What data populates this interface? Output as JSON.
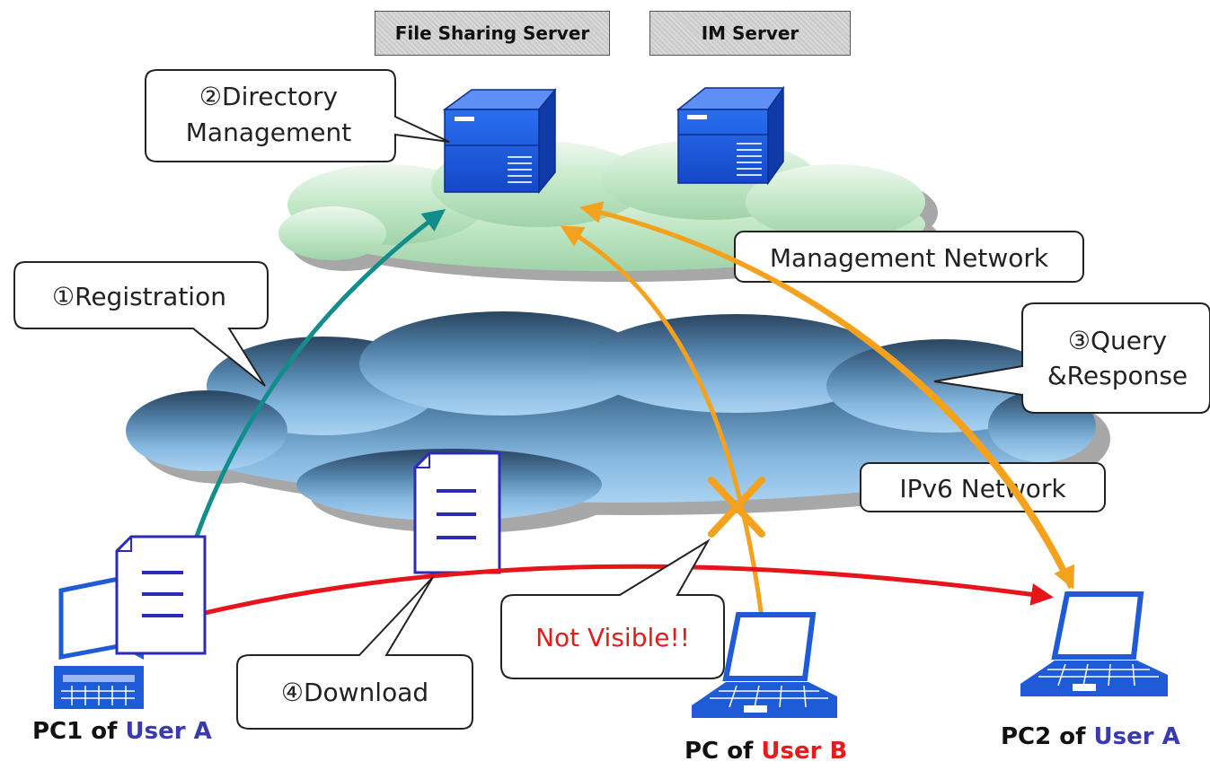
{
  "servers": {
    "file_sharing": "File Sharing Server",
    "im": "IM Server"
  },
  "callouts": {
    "directory_line1": "②Directory",
    "directory_line2": "Management",
    "registration": "①Registration",
    "management_network": "Management Network",
    "query_line1": "③Query",
    "query_line2": "&Response",
    "ipv6_network": "IPv6 Network",
    "not_visible": "Not Visible!!",
    "download": "④Download"
  },
  "pcs": {
    "pc1": {
      "prefix": "PC1 of ",
      "user": "User A"
    },
    "pcb": {
      "prefix": "PC of ",
      "user": "User B"
    },
    "pc2": {
      "prefix": "PC2 of ",
      "user": "User A"
    }
  },
  "colors": {
    "registration_arrow": "#138c8c",
    "query_arrow": "#f4a21d",
    "download_arrow": "#e8141b",
    "not_visible_text": "#e31c1c",
    "device_blue": "#1f5bd6",
    "user_a": "#3a3ab0",
    "user_b": "#e31c1c"
  }
}
